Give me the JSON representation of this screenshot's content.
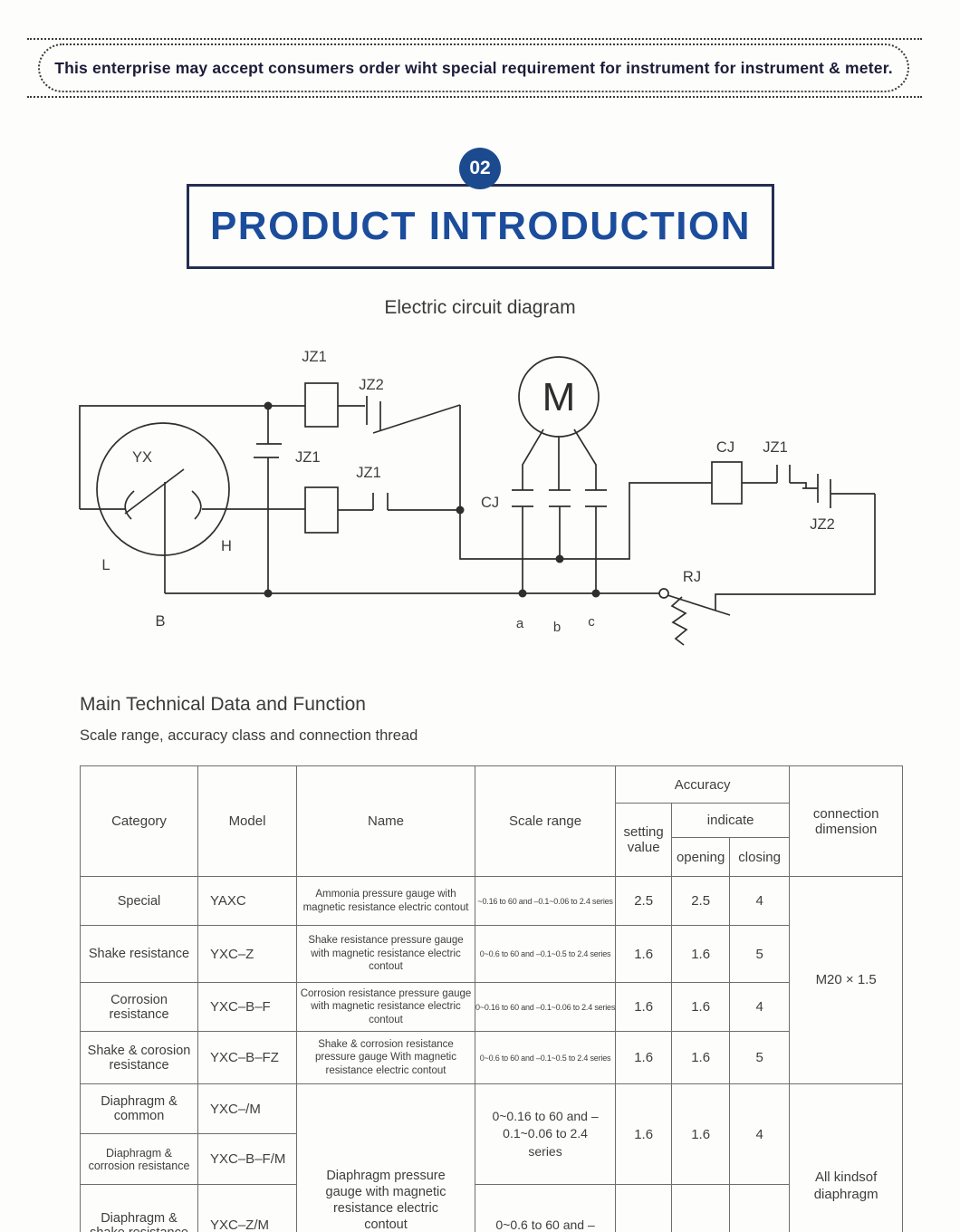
{
  "banner": {
    "text": "This enterprise may accept consumers order wiht special requirement for instrument for instrument & meter."
  },
  "section": {
    "number": "02",
    "title": "PRODUCT INTRODUCTION"
  },
  "diagram": {
    "title": "Electric circuit diagram",
    "labels": {
      "jz1_top": "JZ1",
      "jz2_top": "JZ2",
      "jz1_branch": "JZ1",
      "jz1_mid": "JZ1",
      "gauge": "YX",
      "low": "L",
      "high": "H",
      "bottom": "B",
      "cj_main": "CJ",
      "motor": "M",
      "phase_a": "a",
      "phase_b": "b",
      "phase_c": "c",
      "cj_coil": "CJ",
      "jz1_right": "JZ1",
      "jz2_right": "JZ2",
      "relay": "RJ"
    }
  },
  "content": {
    "heading": "Main Technical Data and Function",
    "subheading": "Scale range, accuracy class and connection thread"
  },
  "table": {
    "header": {
      "category": "Category",
      "model": "Model",
      "name": "Name",
      "scale_range": "Scale range",
      "accuracy": "Accuracy",
      "setting_value": "setting value",
      "indicate": "indicate",
      "opening": "opening",
      "closing": "closing",
      "connection": "connection dimension"
    },
    "rows": [
      {
        "category": "Special",
        "model": "YAXC",
        "name": "Ammonia pressure gauge with magnetic resistance electric contout",
        "scale": "~0.16 to 60 and –0.1~0.06 to 2.4 series",
        "setting": "2.5",
        "opening": "2.5",
        "closing": "4"
      },
      {
        "category": "Shake resistance",
        "model": "YXC–Z",
        "name": "Shake resistance pressure gauge with magnetic resistance electric contout",
        "scale": "0~0.6 to 60 and –0.1~0.5 to 2.4 series",
        "setting": "1.6",
        "opening": "1.6",
        "closing": "5"
      },
      {
        "category": "Corrosion resistance",
        "model": "YXC–B–F",
        "name": "Corrosion resistance pressure gauge with magnetic resistance electric contout",
        "scale": "0~0.16 to 60 and –0.1~0.06 to 2.4 series",
        "setting": "1.6",
        "opening": "1.6",
        "closing": "4"
      },
      {
        "category": "Shake  & corosion resistance",
        "model": "YXC–B–FZ",
        "name": "Shake &  corrosion resistance pressure gauge With magnetic resistance electric contout",
        "scale": "0~0.6 to 60 and –0.1~0.5 to 2.4 series",
        "setting": "1.6",
        "opening": "1.6",
        "closing": "5"
      },
      {
        "category": "Diaphragm & common",
        "model": "YXC–/M"
      },
      {
        "category": "Diaphragm & corrosion resistance",
        "model": "YXC–B–F/M"
      },
      {
        "category": "Diaphragm & shake resistance",
        "model": "YXC–Z/M"
      }
    ],
    "merged": {
      "name_5_7": "Diaphragm pressure gauge with magnetic resistance electric contout",
      "scale_5_6": "0~0.16 to 60 and – 0.1~0.06 to 2.4 series",
      "setting_5_6": "1.6",
      "opening_5_6": "1.6",
      "closing_5_6": "4",
      "scale_7": "0~0.6 to 60 and –",
      "connection_1_4": "M20 × 1.5",
      "connection_5_7": "All kindsof diaphragm"
    }
  },
  "colors": {
    "accent_blue": "#1c4d9c",
    "navy_border": "#252e52",
    "badge_blue": "#1c4a8f"
  }
}
